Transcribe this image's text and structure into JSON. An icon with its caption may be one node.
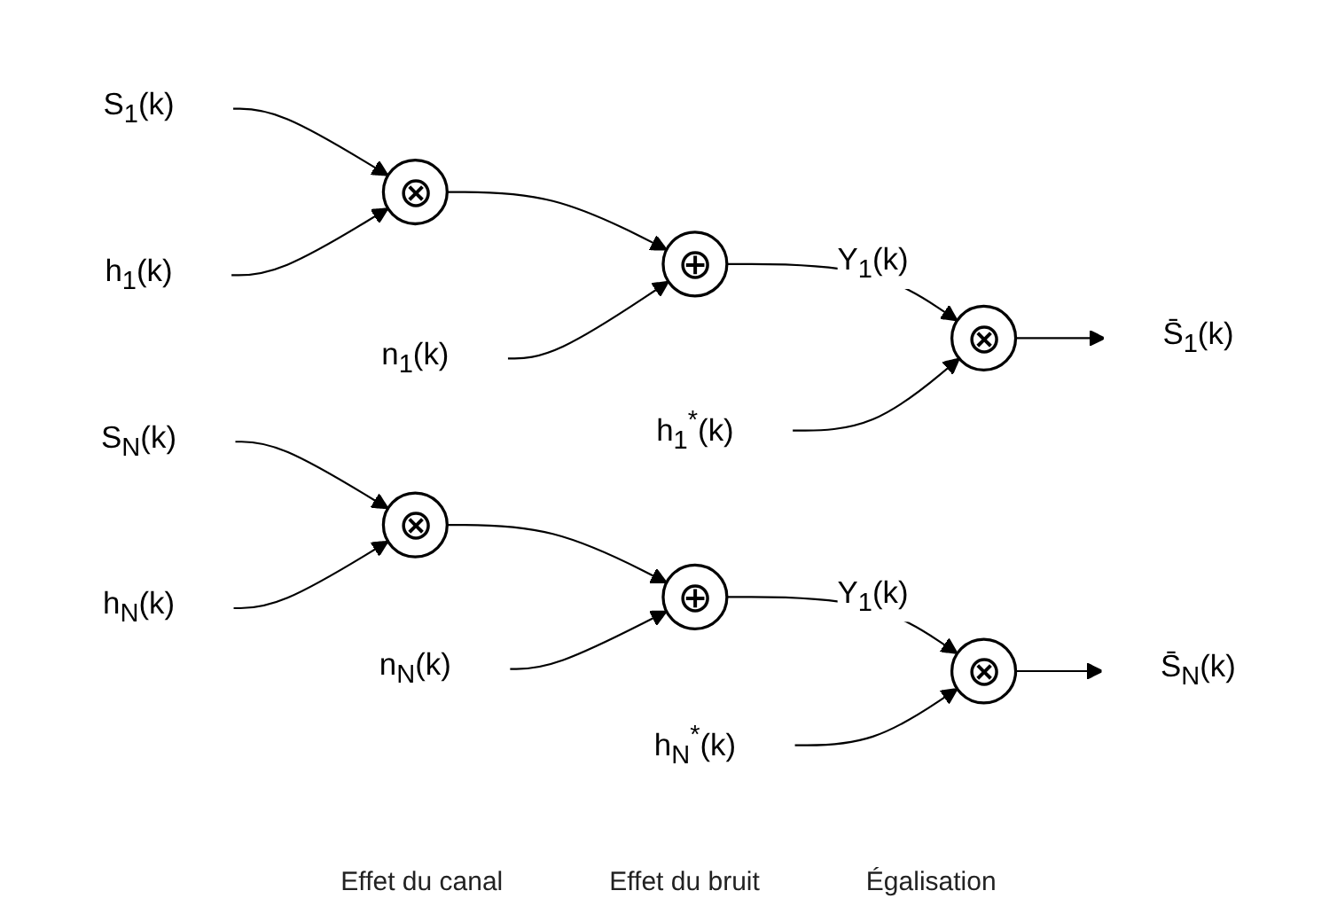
{
  "diagram": {
    "nodes": [
      {
        "text": [
          "S$_{1}$(k)"
        ]
      },
      {
        "text": [
          "⊗"
        ]
      },
      {
        "text": [
          "h$_{1}$(k)"
        ]
      },
      {
        "text": [
          "⊕"
        ]
      },
      {
        "text": [
          "n$_{1}$(k)"
        ]
      },
      {
        "text": [
          "⊗"
        ]
      },
      {
        "text": [
          "h$_{1}$$^{*}$(k)"
        ]
      },
      {
        "text": [
          "S̄$_{1}$(k)"
        ]
      },
      {
        "text": [
          "S$_{N}$(k)"
        ]
      },
      {
        "text": [
          "⊗"
        ]
      },
      {
        "text": [
          "h$_{N}$(k)"
        ]
      },
      {
        "text": [
          "⊕"
        ]
      },
      {
        "text": [
          "n$_{N}$(k)"
        ]
      },
      {
        "text": [
          "⊗"
        ]
      },
      {
        "text": [
          "h$_{N}$$^{*}$(k)"
        ]
      },
      {
        "text": [
          "S̄$_{N}$(k)"
        ]
      }
    ],
    "edges": [
      {
        "from": 0,
        "to": 1,
        "arrow": "to"
      },
      {
        "from": 2,
        "to": 1,
        "arrow": "to"
      },
      {
        "from": 1,
        "to": 3,
        "arrow": "to"
      },
      {
        "from": 4,
        "to": 3,
        "arrow": "to"
      },
      {
        "from": 3,
        "to": 5,
        "arrow": "to",
        "label": "Y$_{1}$(k)"
      },
      {
        "from": 6,
        "to": 5,
        "arrow": "to"
      },
      {
        "from": 5,
        "to": 7,
        "arrow": "to"
      },
      {
        "from": 8,
        "to": 9,
        "arrow": "to"
      },
      {
        "from": 10,
        "to": 9,
        "arrow": "to"
      },
      {
        "from": 9,
        "to": 11,
        "arrow": "to"
      },
      {
        "from": 12,
        "to": 11,
        "arrow": "to"
      },
      {
        "from": 11,
        "to": 13,
        "arrow": "to",
        "label": "Y$_{1}$(k)"
      },
      {
        "from": 14,
        "to": 13,
        "arrow": "to"
      },
      {
        "from": 13,
        "to": 15,
        "arrow": "to"
      }
    ],
    "labels": [
      "Effet du canal",
      "Effet du bruit",
      "Égalisation"
    ]
  }
}
